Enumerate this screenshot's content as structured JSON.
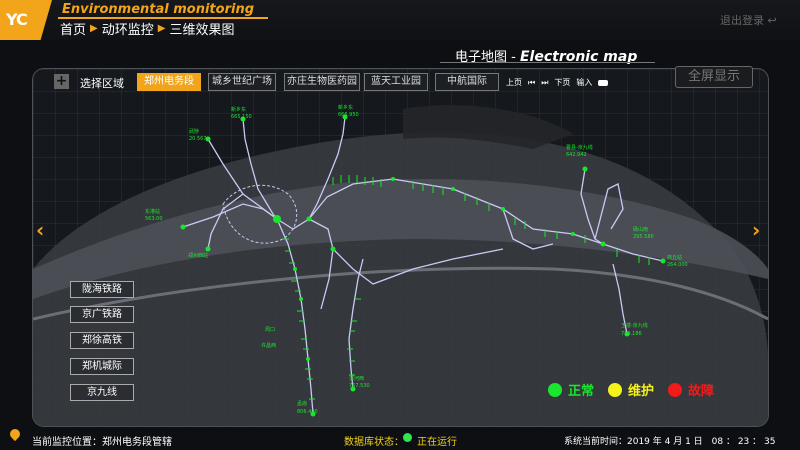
{
  "header": {
    "logo": "YC",
    "app_title": "Environmental monitoring",
    "breadcrumb": [
      "首页",
      "动环监控",
      "三维效果图"
    ],
    "logout": "退出登录"
  },
  "map": {
    "title_cn": "电子地图 - ",
    "title_en": "Electronic map"
  },
  "toolbar": {
    "region_label": "选择区域",
    "regions": [
      "郑州电务段",
      "城乡世纪广场",
      "亦庄生物医药园",
      "蓝天工业园",
      "中航国际"
    ],
    "active_region": 0,
    "prev_page": "上页",
    "next_page": "下页",
    "input_label": "输入",
    "fullscreen": "全屏显示"
  },
  "lines": [
    "陇海铁路",
    "京广铁路",
    "郑徐高铁",
    "郑机城际",
    "京九线"
  ],
  "legend": [
    {
      "label": "正常",
      "color": "#1be62e"
    },
    {
      "label": "维护",
      "color": "#f5f21a"
    },
    {
      "label": "故障",
      "color": "#f21a1a"
    }
  ],
  "status_bar": {
    "location": "当前监控位置：郑州电务段管辖",
    "db_label": "数据库状态：",
    "db_status": "正在运行",
    "system_time": "系统当前时间：2019 年 4 月 1 日　08 ： 23 ： 35"
  },
  "stations": [
    {
      "name": "新乡东",
      "value": "665.150"
    },
    {
      "name": "新乡东",
      "value": "666.950"
    },
    {
      "name": "武陟",
      "value": "20.567"
    },
    {
      "name": "东港站",
      "value": "563.00"
    },
    {
      "name": "郑州西站",
      "value": ""
    },
    {
      "name": "曹县-京九线",
      "value": "642.942"
    },
    {
      "name": "砀山南",
      "value": "295.580"
    },
    {
      "name": "商丘站",
      "value": "264.000"
    },
    {
      "name": "王楼-京九线",
      "value": "718.186"
    },
    {
      "name": "孟庙",
      "value": "806.400"
    },
    {
      "name": "漯河西",
      "value": "767.530"
    },
    {
      "name": "周口",
      "value": ""
    },
    {
      "name": "许昌西",
      "value": ""
    }
  ]
}
